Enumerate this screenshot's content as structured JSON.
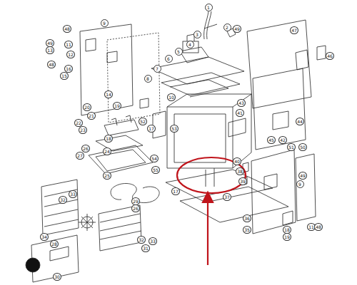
{
  "diagram": {
    "labels": [
      "1",
      "2",
      "49",
      "3",
      "4",
      "5",
      "6",
      "7",
      "8",
      "48",
      "9",
      "49",
      "11",
      "13",
      "12",
      "48",
      "16",
      "15",
      "10",
      "14",
      "19",
      "20",
      "21",
      "22",
      "23",
      "18",
      "52",
      "17",
      "53",
      "47",
      "46",
      "43",
      "41",
      "44",
      "45",
      "42",
      "51",
      "50",
      "24",
      "26",
      "27",
      "25",
      "54",
      "55",
      "40",
      "38",
      "39",
      "49",
      "9",
      "17",
      "37",
      "36",
      "35",
      "18",
      "19",
      "11",
      "48",
      "32",
      "33",
      "34",
      "28",
      "29",
      "30",
      "31",
      "26",
      "33",
      "32"
    ]
  }
}
